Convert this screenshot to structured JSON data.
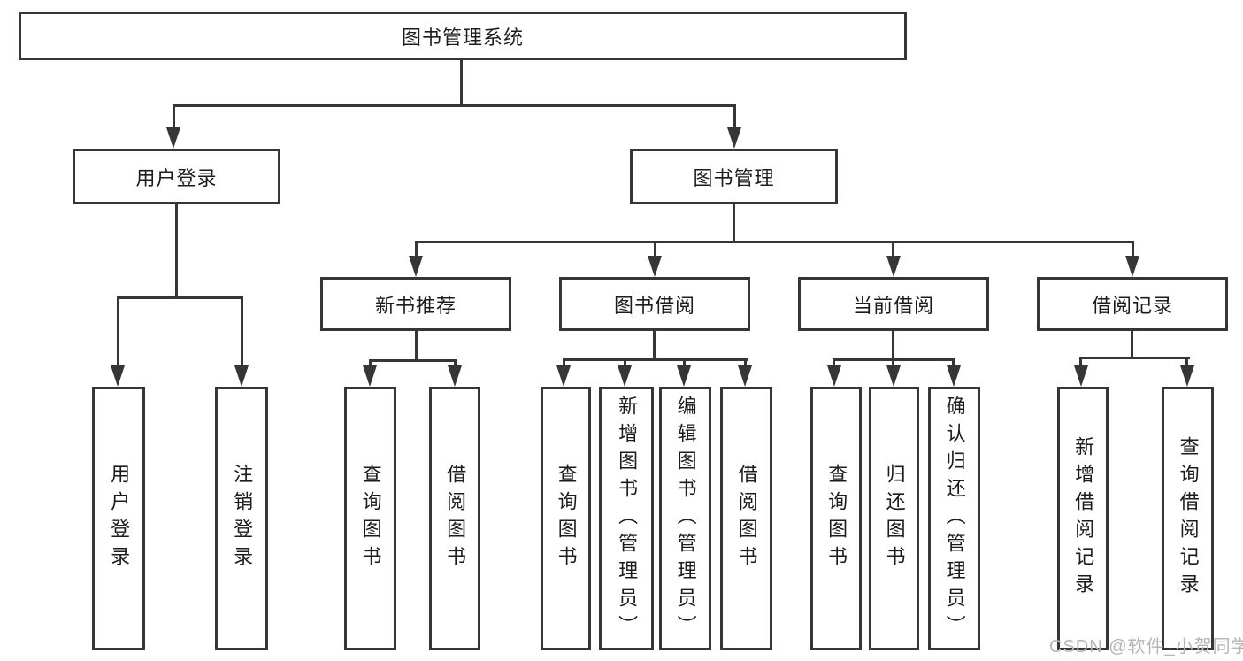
{
  "colors": {
    "line": "#363636",
    "text": "#1c1c1c",
    "watermark": "#b5b5b5",
    "background": "#ffffff"
  },
  "nodes": {
    "root": "图书管理系统",
    "user_login": "用户登录",
    "book_management": "图书管理",
    "new_book_recommend": "新书推荐",
    "book_borrow": "图书借阅",
    "current_borrow": "当前借阅",
    "borrow_records": "借阅记录",
    "leaf_user_login": "用户登录",
    "leaf_logout": "注销登录",
    "leaf_query_book_a": "查询图书",
    "leaf_borrow_book_a": "借阅图书",
    "leaf_query_book_b": "查询图书",
    "leaf_add_book_admin": "新增图书（管理员）",
    "leaf_edit_book_admin": "编辑图书（管理员）",
    "leaf_borrow_book_b": "借阅图书",
    "leaf_query_book_c": "查询图书",
    "leaf_return_book": "归还图书",
    "leaf_confirm_return_admin": "确认归还（管理员）",
    "leaf_add_borrow_record": "新增借阅记录",
    "leaf_query_borrow_record": "查询借阅记录"
  },
  "structure": [
    {
      "parent": "图书管理系统",
      "children": [
        "用户登录",
        "图书管理"
      ]
    },
    {
      "parent": "用户登录",
      "children": [
        "用户登录",
        "注销登录"
      ]
    },
    {
      "parent": "图书管理",
      "children": [
        "新书推荐",
        "图书借阅",
        "当前借阅",
        "借阅记录"
      ]
    },
    {
      "parent": "新书推荐",
      "children": [
        "查询图书",
        "借阅图书"
      ]
    },
    {
      "parent": "图书借阅",
      "children": [
        "查询图书",
        "新增图书（管理员）",
        "编辑图书（管理员）",
        "借阅图书"
      ]
    },
    {
      "parent": "当前借阅",
      "children": [
        "查询图书",
        "归还图书",
        "确认归还（管理员）"
      ]
    },
    {
      "parent": "借阅记录",
      "children": [
        "新增借阅记录",
        "查询借阅记录"
      ]
    }
  ],
  "watermark": "CSDN @软件_小贺同学"
}
